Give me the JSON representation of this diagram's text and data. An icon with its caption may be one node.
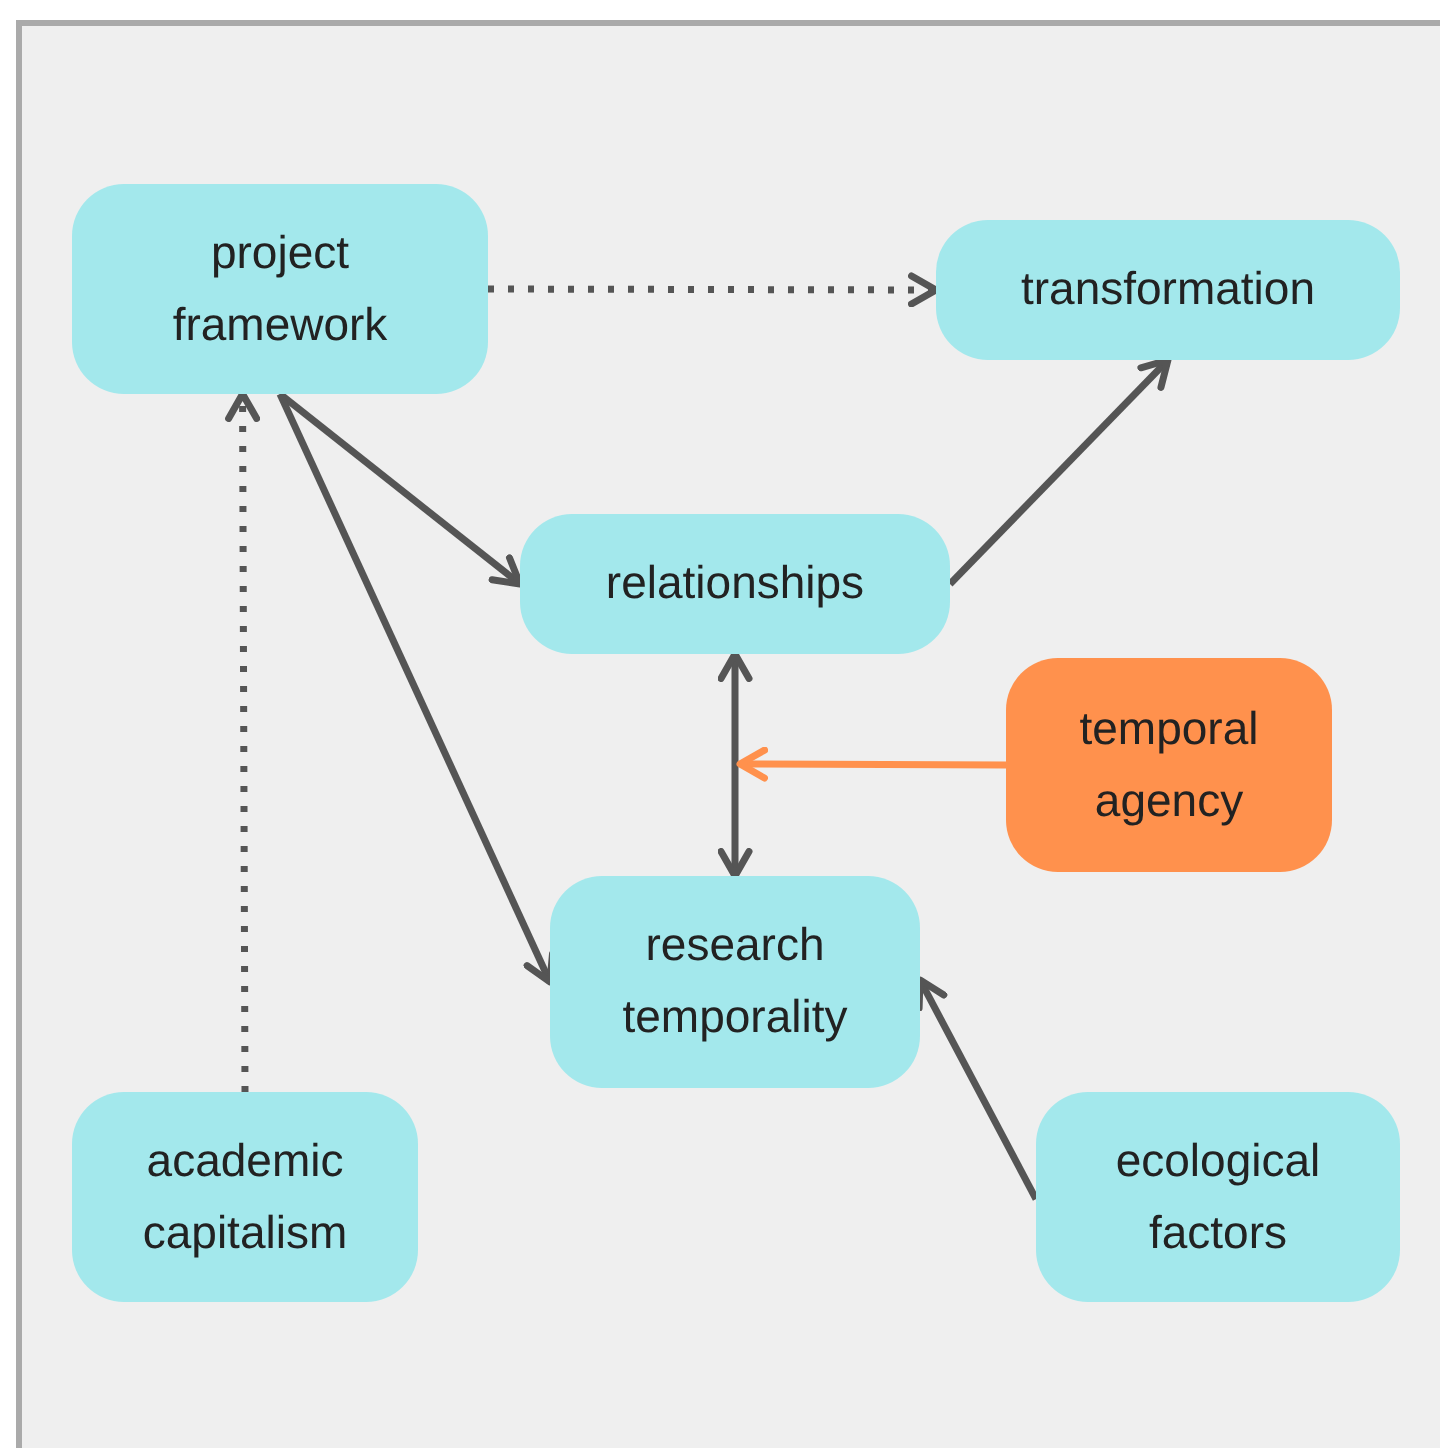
{
  "diagram": {
    "nodes": [
      {
        "text": [
          "project framework"
        ]
      },
      {
        "text": [
          "transformation"
        ]
      },
      {
        "text": [
          "relationships"
        ]
      },
      {
        "text": [
          "temporal agency"
        ]
      },
      {
        "text": [
          "research temporality"
        ]
      },
      {
        "text": [
          "academic capitalism"
        ]
      },
      {
        "text": [
          "ecological factors"
        ]
      }
    ],
    "edges": [
      {
        "from": 0,
        "to": 1,
        "arrow": "to",
        "style": "dashed"
      },
      {
        "from": 0,
        "to": 2,
        "arrow": "to"
      },
      {
        "from": 0,
        "to": 4,
        "arrow": "to"
      },
      {
        "from": 2,
        "to": 1,
        "arrow": "to"
      },
      {
        "from": 4,
        "to": 2,
        "arrow": "both"
      },
      {
        "from": 3,
        "to": null,
        "arrow": "to",
        "color": "#ff914d"
      },
      {
        "from": 5,
        "to": 0,
        "arrow": "to",
        "style": "dashed"
      },
      {
        "from": 6,
        "to": 4,
        "arrow": "to"
      }
    ]
  }
}
